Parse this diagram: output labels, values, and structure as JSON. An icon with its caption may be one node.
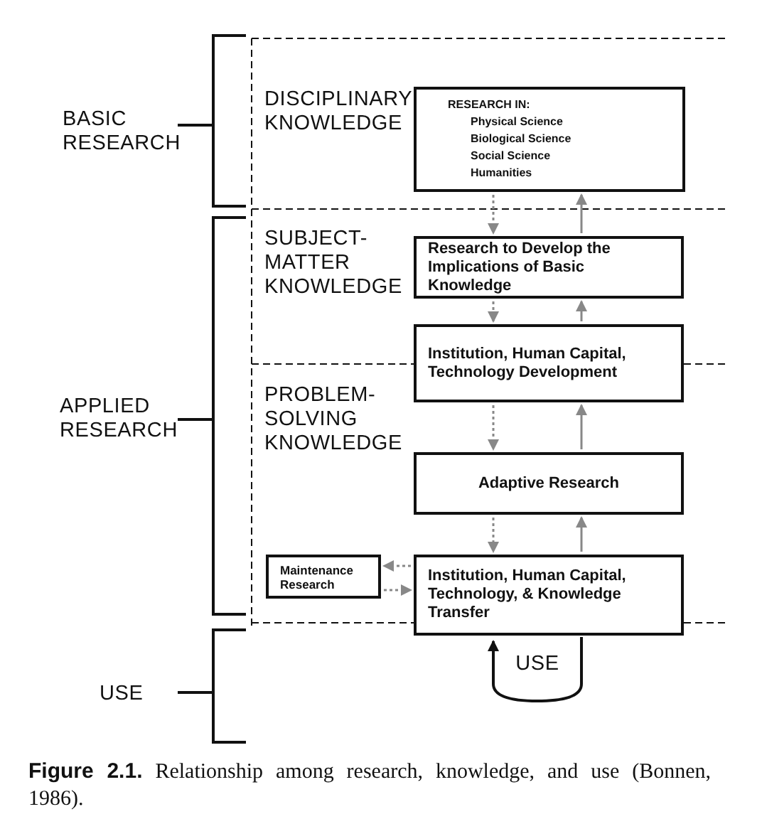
{
  "diagram": {
    "caption": "**Figure 2.1.** Relationship among research, knowledge, and use (Bonnen, 1986).",
    "nodes": [
      {
        "text": [
          "RESEARCH IN:",
          "Physical Science",
          "Biological Science",
          "Social Science",
          "Humanities"
        ]
      },
      {
        "text": [
          "Research to Develop the Implications of Basic Knowledge"
        ]
      },
      {
        "text": [
          "Institution, Human Capital, Technology Development"
        ]
      },
      {
        "text": [
          "Adaptive Research"
        ]
      },
      {
        "text": [
          "Maintenance Research"
        ]
      },
      {
        "text": [
          "Institution, Human Capital, Technology, & Knowledge Transfer"
        ]
      }
    ],
    "edges": [
      {
        "from": 0,
        "to": 1,
        "arrow": "to",
        "style": "dashed"
      },
      {
        "from": 1,
        "to": 0,
        "arrow": "to"
      },
      {
        "from": 1,
        "to": 2,
        "arrow": "to",
        "style": "dashed"
      },
      {
        "from": 2,
        "to": 1,
        "arrow": "to"
      },
      {
        "from": 2,
        "to": 3,
        "arrow": "to",
        "style": "dashed"
      },
      {
        "from": 3,
        "to": 2,
        "arrow": "to"
      },
      {
        "from": 3,
        "to": 5,
        "arrow": "to",
        "style": "dashed"
      },
      {
        "from": 5,
        "to": 3,
        "arrow": "to"
      },
      {
        "from": 5,
        "to": 4,
        "arrow": "to",
        "style": "dashed"
      },
      {
        "from": 4,
        "to": 5,
        "arrow": "to",
        "style": "dashed"
      },
      {
        "from": 5,
        "to": 5,
        "arrow": "to",
        "label": "USE",
        "color": "#111111"
      }
    ],
    "labels": [
      "BASIC RESEARCH",
      "DISCIPLINARY KNOWLEDGE",
      "SUBJECT-MATTER KNOWLEDGE",
      "APPLIED RESEARCH",
      "PROBLEM-SOLVING KNOWLEDGE",
      "USE"
    ]
  }
}
